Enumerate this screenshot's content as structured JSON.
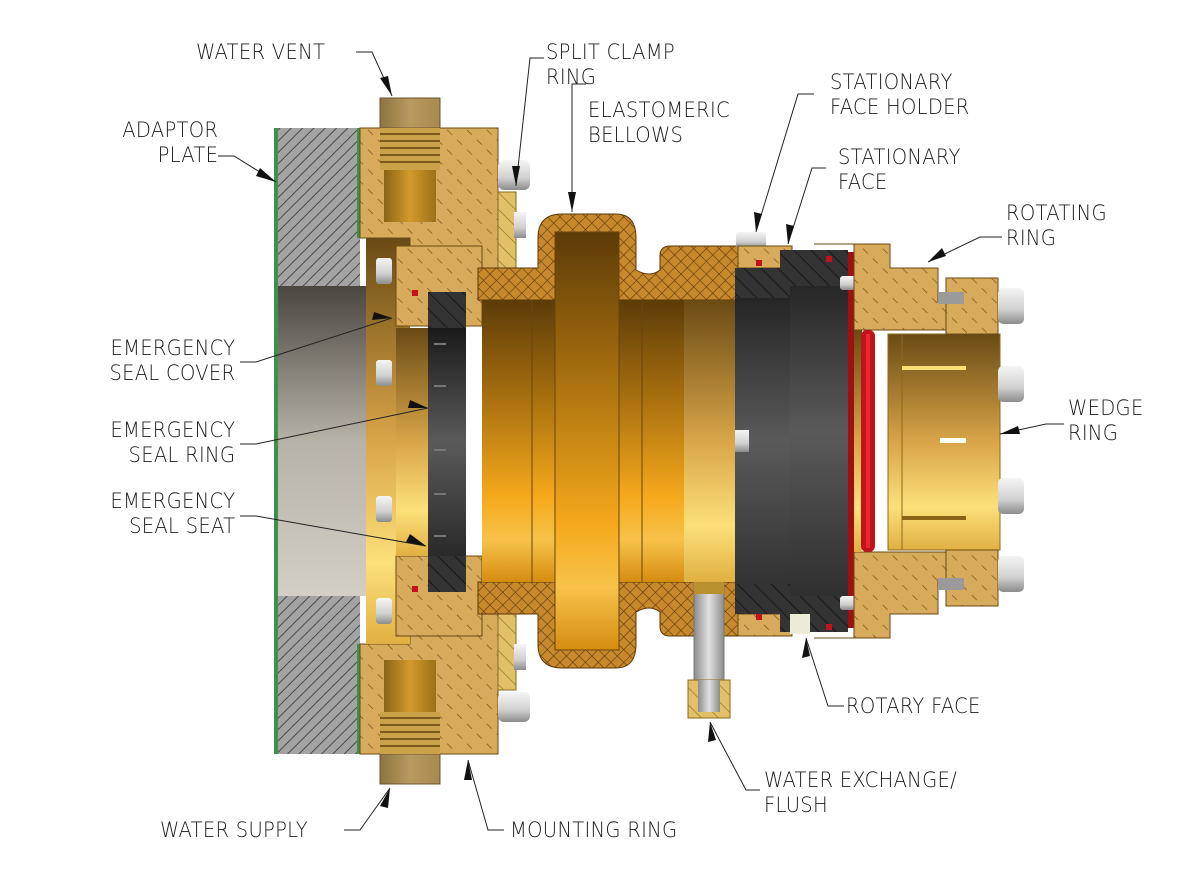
{
  "title": "Shaft Seal Assembly Cross-Section",
  "colors": {
    "brass_face": "#d9a957",
    "brass_hatch": "#7a5418",
    "bellows": "#c8892c",
    "bellows_hatch": "#5a3808",
    "adaptor_gray": "#9a9a9a",
    "carbon_black": "#2b2b2b",
    "oring_red": "#c0141a",
    "gasket_green": "#3f8f4f",
    "leader": "#222222"
  },
  "labels": {
    "water_vent": [
      "WATER VENT"
    ],
    "split_clamp_ring": [
      "SPLIT CLAMP",
      "RING"
    ],
    "elastomeric_bellows": [
      "ELASTOMERIC",
      "BELLOWS"
    ],
    "stationary_face_holder": [
      "STATIONARY",
      "FACE HOLDER"
    ],
    "stationary_face": [
      "STATIONARY",
      "FACE"
    ],
    "rotating_ring": [
      "ROTATING",
      "RING"
    ],
    "adaptor_plate": [
      "ADAPTOR",
      "PLATE"
    ],
    "emergency_seal_cover": [
      "EMERGENCY",
      "SEAL COVER"
    ],
    "emergency_seal_ring": [
      "EMERGENCY",
      "SEAL RING"
    ],
    "emergency_seal_seat": [
      "EMERGENCY",
      "SEAL SEAT"
    ],
    "wedge_ring": [
      "WEDGE",
      "RING"
    ],
    "rotary_face": [
      "ROTARY FACE"
    ],
    "water_exchange_flush": [
      "WATER EXCHANGE/",
      "FLUSH"
    ],
    "water_supply": [
      "WATER SUPPLY"
    ],
    "mounting_ring": [
      "MOUNTING RING"
    ]
  }
}
